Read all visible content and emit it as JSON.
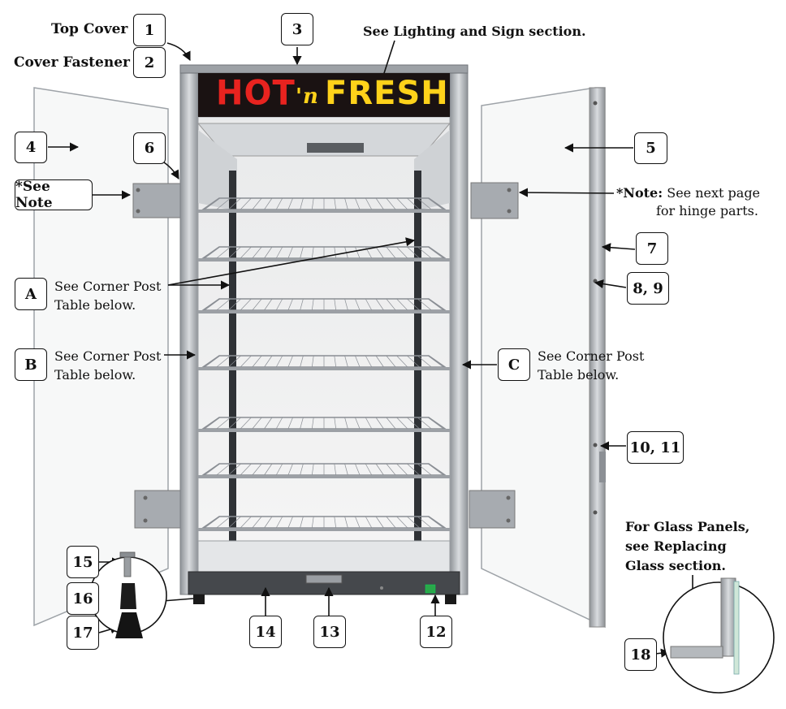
{
  "labels": {
    "top_cover": "Top Cover",
    "cover_fastener": "Cover Fastener",
    "lighting_sign": "See Lighting and Sign section.",
    "see_note": "*See Note",
    "note_bold": "*Note:",
    "note_text_1": "See next page",
    "note_text_2": "for hinge parts.",
    "corner_post_a_1": "See Corner Post",
    "corner_post_a_2": "Table below.",
    "corner_post_b_1": "See Corner Post",
    "corner_post_b_2": "Table below.",
    "corner_post_c_1": "See Corner Post",
    "corner_post_c_2": "Table below.",
    "glass_panels_1": "For Glass Panels,",
    "glass_panels_2": "see Replacing",
    "glass_panels_3": "Glass section."
  },
  "sign": {
    "word1": "HOT",
    "word2": "'n",
    "word3": "FRESH"
  },
  "callouts": {
    "c1": "1",
    "c2": "2",
    "c3": "3",
    "c4": "4",
    "c5": "5",
    "c6": "6",
    "c7": "7",
    "c8_9": "8, 9",
    "c10_11": "10, 11",
    "c12": "12",
    "c13": "13",
    "c14": "14",
    "c15": "15",
    "c16": "16",
    "c17": "17",
    "c18": "18",
    "cA": "A",
    "cB": "B",
    "cC": "C"
  },
  "colors": {
    "sign_background": "#1a1212",
    "sign_red": "#e8231f",
    "sign_yellow": "#ffd21a",
    "steel": "#b9bcc0",
    "wire": "#8a8e94"
  }
}
